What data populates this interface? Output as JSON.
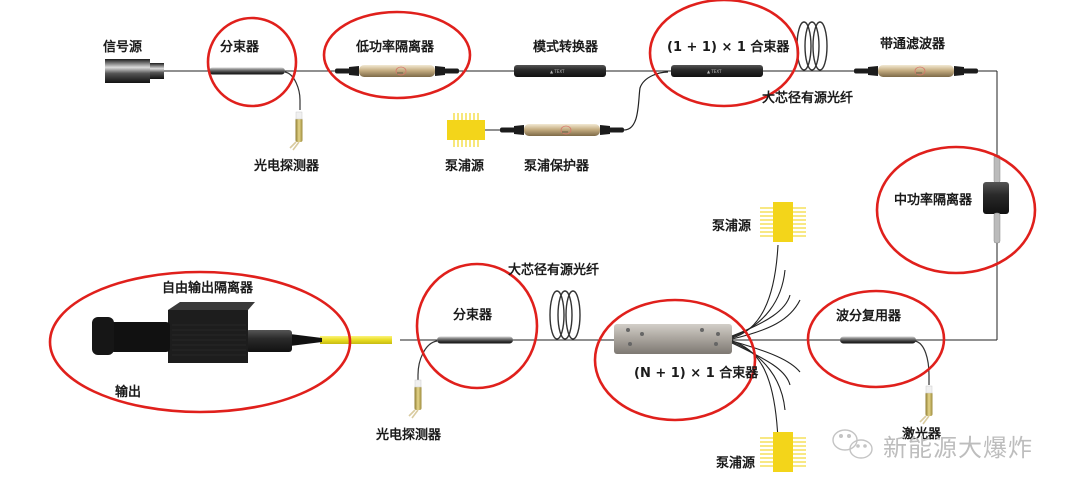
{
  "labels": {
    "signal_source": "信号源",
    "splitter_top": "分束器",
    "low_power_isolator": "低功率隔离器",
    "mode_converter": "模式转换器",
    "combiner_1_1": "(1 + 1) × 1 合束器",
    "bandpass_filter": "带通滤波器",
    "active_fiber_top": "大芯径有源光纤",
    "photodetector_top": "光电探测器",
    "pump_source_top": "泵浦源",
    "pump_protector": "泵浦保护器",
    "mid_power_isolator": "中功率隔离器",
    "pump_source_mid": "泵浦源",
    "active_fiber_bottom": "大芯径有源光纤",
    "free_output_isolator": "自由输出隔离器",
    "splitter_bottom": "分束器",
    "output": "输出",
    "photodetector_bottom": "光电探测器",
    "combiner_n_1": "(N + 1) × 1 合束器",
    "wdm": "波分复用器",
    "laser": "激光器",
    "pump_source_bottom": "泵浦源"
  },
  "watermark": {
    "text": "新能源大爆炸",
    "icon": "wechat-icon"
  },
  "colors": {
    "highlight_circle": "#e0201c",
    "fiber_line": "#222222",
    "pump_chip": "#f2d51c",
    "gold_component": "#c8b48a",
    "yellow_fiber": "#eeea3a"
  }
}
